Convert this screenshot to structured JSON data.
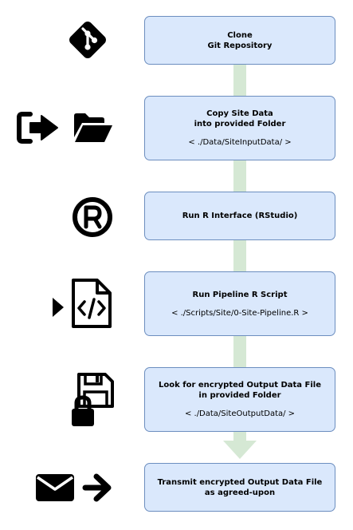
{
  "steps": [
    {
      "title": "Clone\nGit Repository",
      "path": "",
      "icons": [
        "git-icon"
      ]
    },
    {
      "title": "Copy Site Data\ninto provided Folder",
      "path": "< ./Data/SiteInputData/ >",
      "icons": [
        "sign-out-icon",
        "folder-open-icon"
      ]
    },
    {
      "title": "Run R Interface (RStudio)",
      "path": "",
      "icons": [
        "registered-icon"
      ]
    },
    {
      "title": "Run Pipeline R Script",
      "path": "< ./Scripts/Site/0-Site-Pipeline.R >",
      "icons": [
        "play-icon",
        "code-file-icon"
      ]
    },
    {
      "title": "Look for encrypted Output Data File\nin provided Folder",
      "path": "< ./Data/SiteOutputData/ >",
      "icons": [
        "save-icon",
        "lock-icon"
      ]
    },
    {
      "title": "Transmit encrypted Output Data File\nas agreed-upon",
      "path": "",
      "icons": [
        "envelope-icon",
        "arrow-right-icon"
      ]
    }
  ],
  "colors": {
    "box_fill": "#dae8fc",
    "box_border": "#6c8ebf",
    "connector": "#d5e8d4",
    "icon": "#000000"
  }
}
